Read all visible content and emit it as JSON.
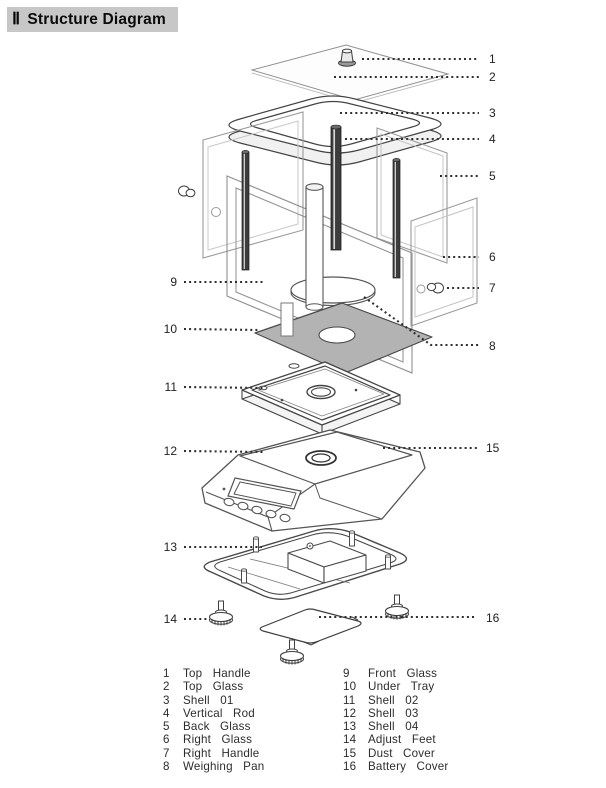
{
  "title": {
    "numeral": "Ⅱ",
    "text": "Structure Diagram"
  },
  "diagram": {
    "parts": [
      "1",
      "2",
      "3",
      "4",
      "5",
      "6",
      "7",
      "8",
      "9",
      "10",
      "11",
      "12",
      "13",
      "14",
      "15",
      "16"
    ]
  },
  "legend": {
    "columns": [
      {
        "items": [
          {
            "num": "1",
            "name": "Top Handle"
          },
          {
            "num": "2",
            "name": "Top Glass"
          },
          {
            "num": "3",
            "name": "Shell 01"
          },
          {
            "num": "4",
            "name": "Vertical Rod"
          },
          {
            "num": "5",
            "name": "Back Glass"
          },
          {
            "num": "6",
            "name": "Right Glass"
          },
          {
            "num": "7",
            "name": "Right Handle"
          },
          {
            "num": "8",
            "name": "Weighing Pan"
          }
        ]
      },
      {
        "items": [
          {
            "num": "9",
            "name": "Front Glass"
          },
          {
            "num": "10",
            "name": "Under Tray"
          },
          {
            "num": "11",
            "name": "Shell 02"
          },
          {
            "num": "12",
            "name": "Shell 03"
          },
          {
            "num": "13",
            "name": "Shell 04"
          },
          {
            "num": "14",
            "name": "Adjust Feet"
          },
          {
            "num": "15",
            "name": "Dust Cover"
          },
          {
            "num": "16",
            "name": "Battery Cover"
          }
        ]
      }
    ]
  },
  "colors": {
    "title_bg": "#c7c7c7",
    "tray_gray": "#b3b3b3",
    "rod_dark": "#3d3d3d",
    "line": "#2f2f2f"
  }
}
